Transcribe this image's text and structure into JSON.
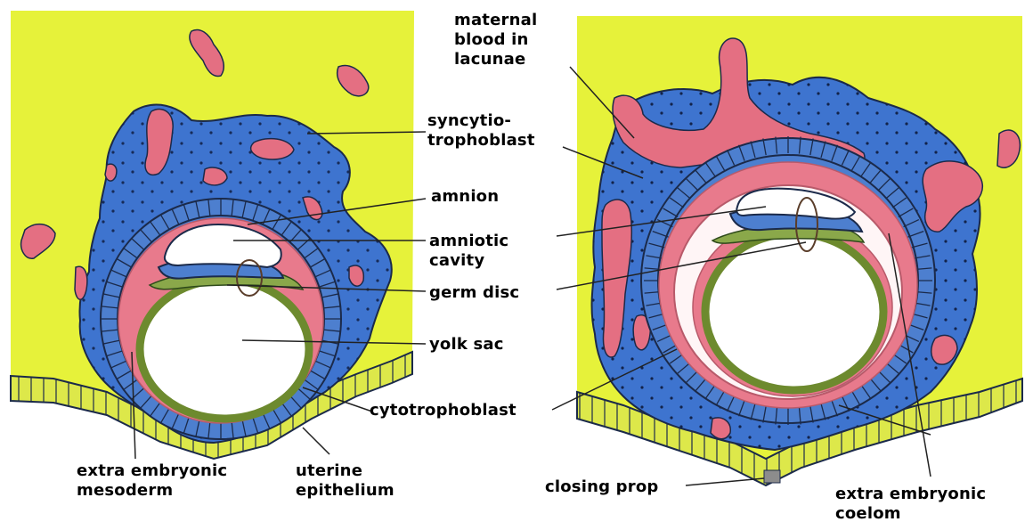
{
  "colors": {
    "endometrium": "#e6f23a",
    "syncytiotrophoblast": "#3e74cf",
    "lacunae": "#e46f82",
    "cytotrophoblast": "#4d7fcf",
    "mesoderm": "#e87a8c",
    "germ_disc": "#8aa84a",
    "epithelium": "#dde84a",
    "outline": "#1b2a4a",
    "leader": "#222222"
  },
  "labels": {
    "maternal_blood": [
      "maternal",
      "blood in",
      "lacunae"
    ],
    "syncytiotrophoblast": [
      "syncytio-",
      "trophoblast"
    ],
    "amnion": "amnion",
    "amniotic_cavity": [
      "amniotic",
      "cavity"
    ],
    "germ_disc": "germ disc",
    "yolk_sac": "yolk sac",
    "cytotrophoblast": "cytotrophoblast",
    "extra_embryonic_mesoderm": [
      "extra embryonic",
      "mesoderm"
    ],
    "uterine_epithelium": [
      "uterine",
      "epithelium"
    ],
    "closing_prop": "closing prop",
    "extra_embryonic_coelom": [
      "extra embryonic",
      "coelom"
    ]
  }
}
